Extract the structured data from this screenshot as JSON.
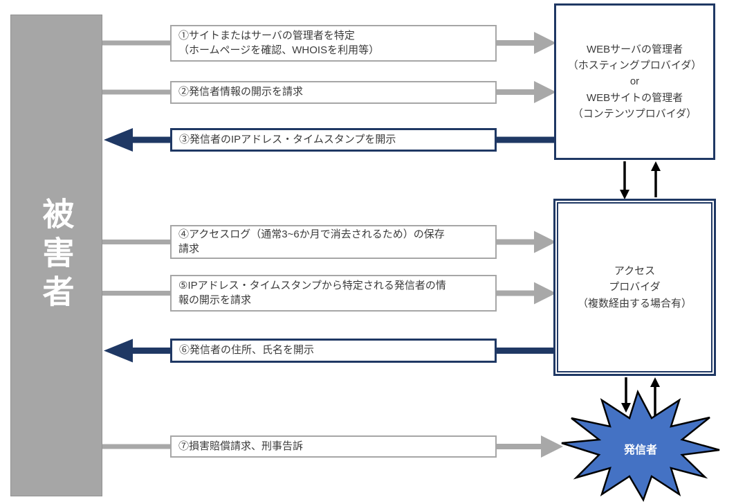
{
  "palette": {
    "navy": "#1f3864",
    "gray_fill": "#a6a6a6",
    "gray_arrow": "#a8a8a8",
    "star_blue": "#4472c4",
    "box_text": "#3b3b3b",
    "arrow_black": "#000000",
    "white_text": "#ffffff"
  },
  "victim": {
    "label": "被害者"
  },
  "steps": [
    {
      "num": "①",
      "label": "①サイトまたはサーバの管理者を特定\n（ホームページを確認、WHOISを利用等）",
      "direction": "right"
    },
    {
      "num": "②",
      "label": "②発信者情報の開示を請求",
      "direction": "right"
    },
    {
      "num": "③",
      "label": "③発信者のIPアドレス・タイムスタンプを開示",
      "direction": "left"
    },
    {
      "num": "④",
      "label": "④アクセスログ（通常3~6か月で消去されるため）の保存\n請求",
      "direction": "right"
    },
    {
      "num": "⑤",
      "label": "⑤IPアドレス・タイムスタンプから特定される発信者の情\n報の開示を請求",
      "direction": "right"
    },
    {
      "num": "⑥",
      "label": "⑥発信者の住所、氏名を開示",
      "direction": "left"
    },
    {
      "num": "⑦",
      "label": "⑦損害賠償請求、刑事告訴",
      "direction": "right"
    }
  ],
  "providers": {
    "web_admin": {
      "label": "WEBサーバの管理者\n（ホスティングプロバイダ）\nor\nWEBサイトの管理者\n（コンテンツプロバイダ）"
    },
    "access_provider": {
      "label": "アクセス\nプロバイダ\n（複数経由する場合有）"
    }
  },
  "sender": {
    "label": "発信者"
  }
}
